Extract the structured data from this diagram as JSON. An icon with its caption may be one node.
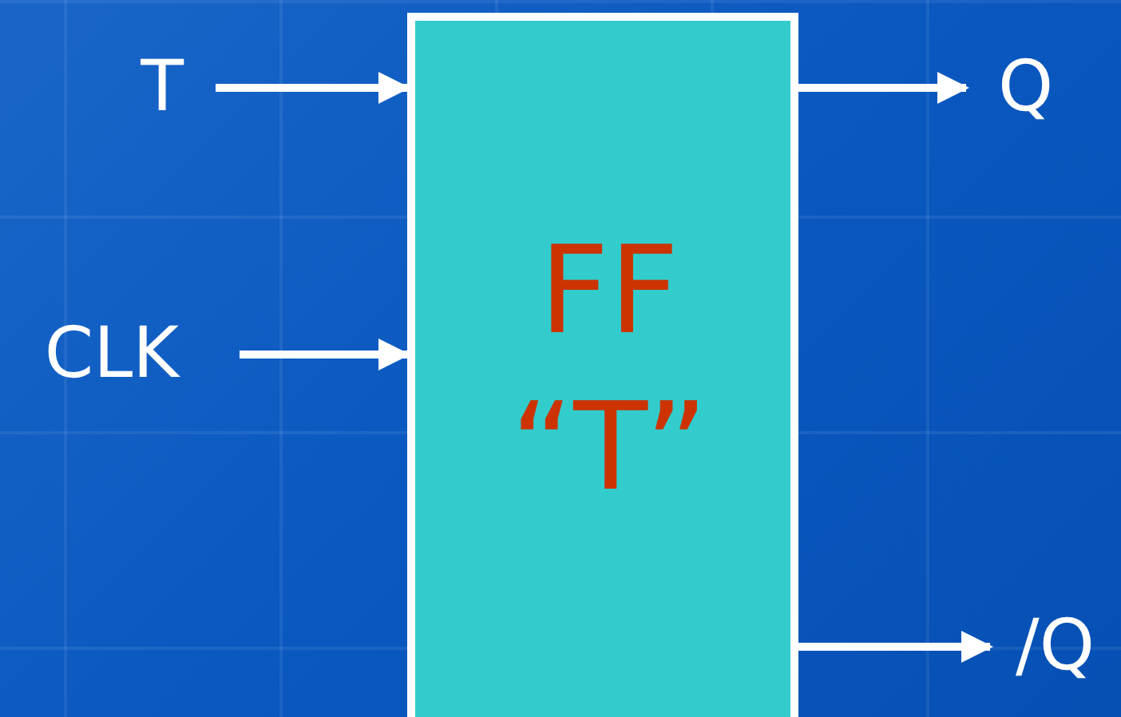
{
  "diagram": {
    "nodes": [
      {
        "text": [
          "FF “T”"
        ]
      },
      {
        "text": [
          "T"
        ]
      },
      {
        "text": [
          "CLK"
        ]
      },
      {
        "text": [
          "Q"
        ]
      },
      {
        "text": [
          "/Q"
        ]
      }
    ],
    "edges": [
      {
        "from": 1,
        "to": 0,
        "arrow": "to"
      },
      {
        "from": 2,
        "to": 0,
        "arrow": "to"
      },
      {
        "from": 0,
        "to": 3,
        "arrow": "to"
      },
      {
        "from": 0,
        "to": 4,
        "arrow": "to"
      }
    ]
  }
}
